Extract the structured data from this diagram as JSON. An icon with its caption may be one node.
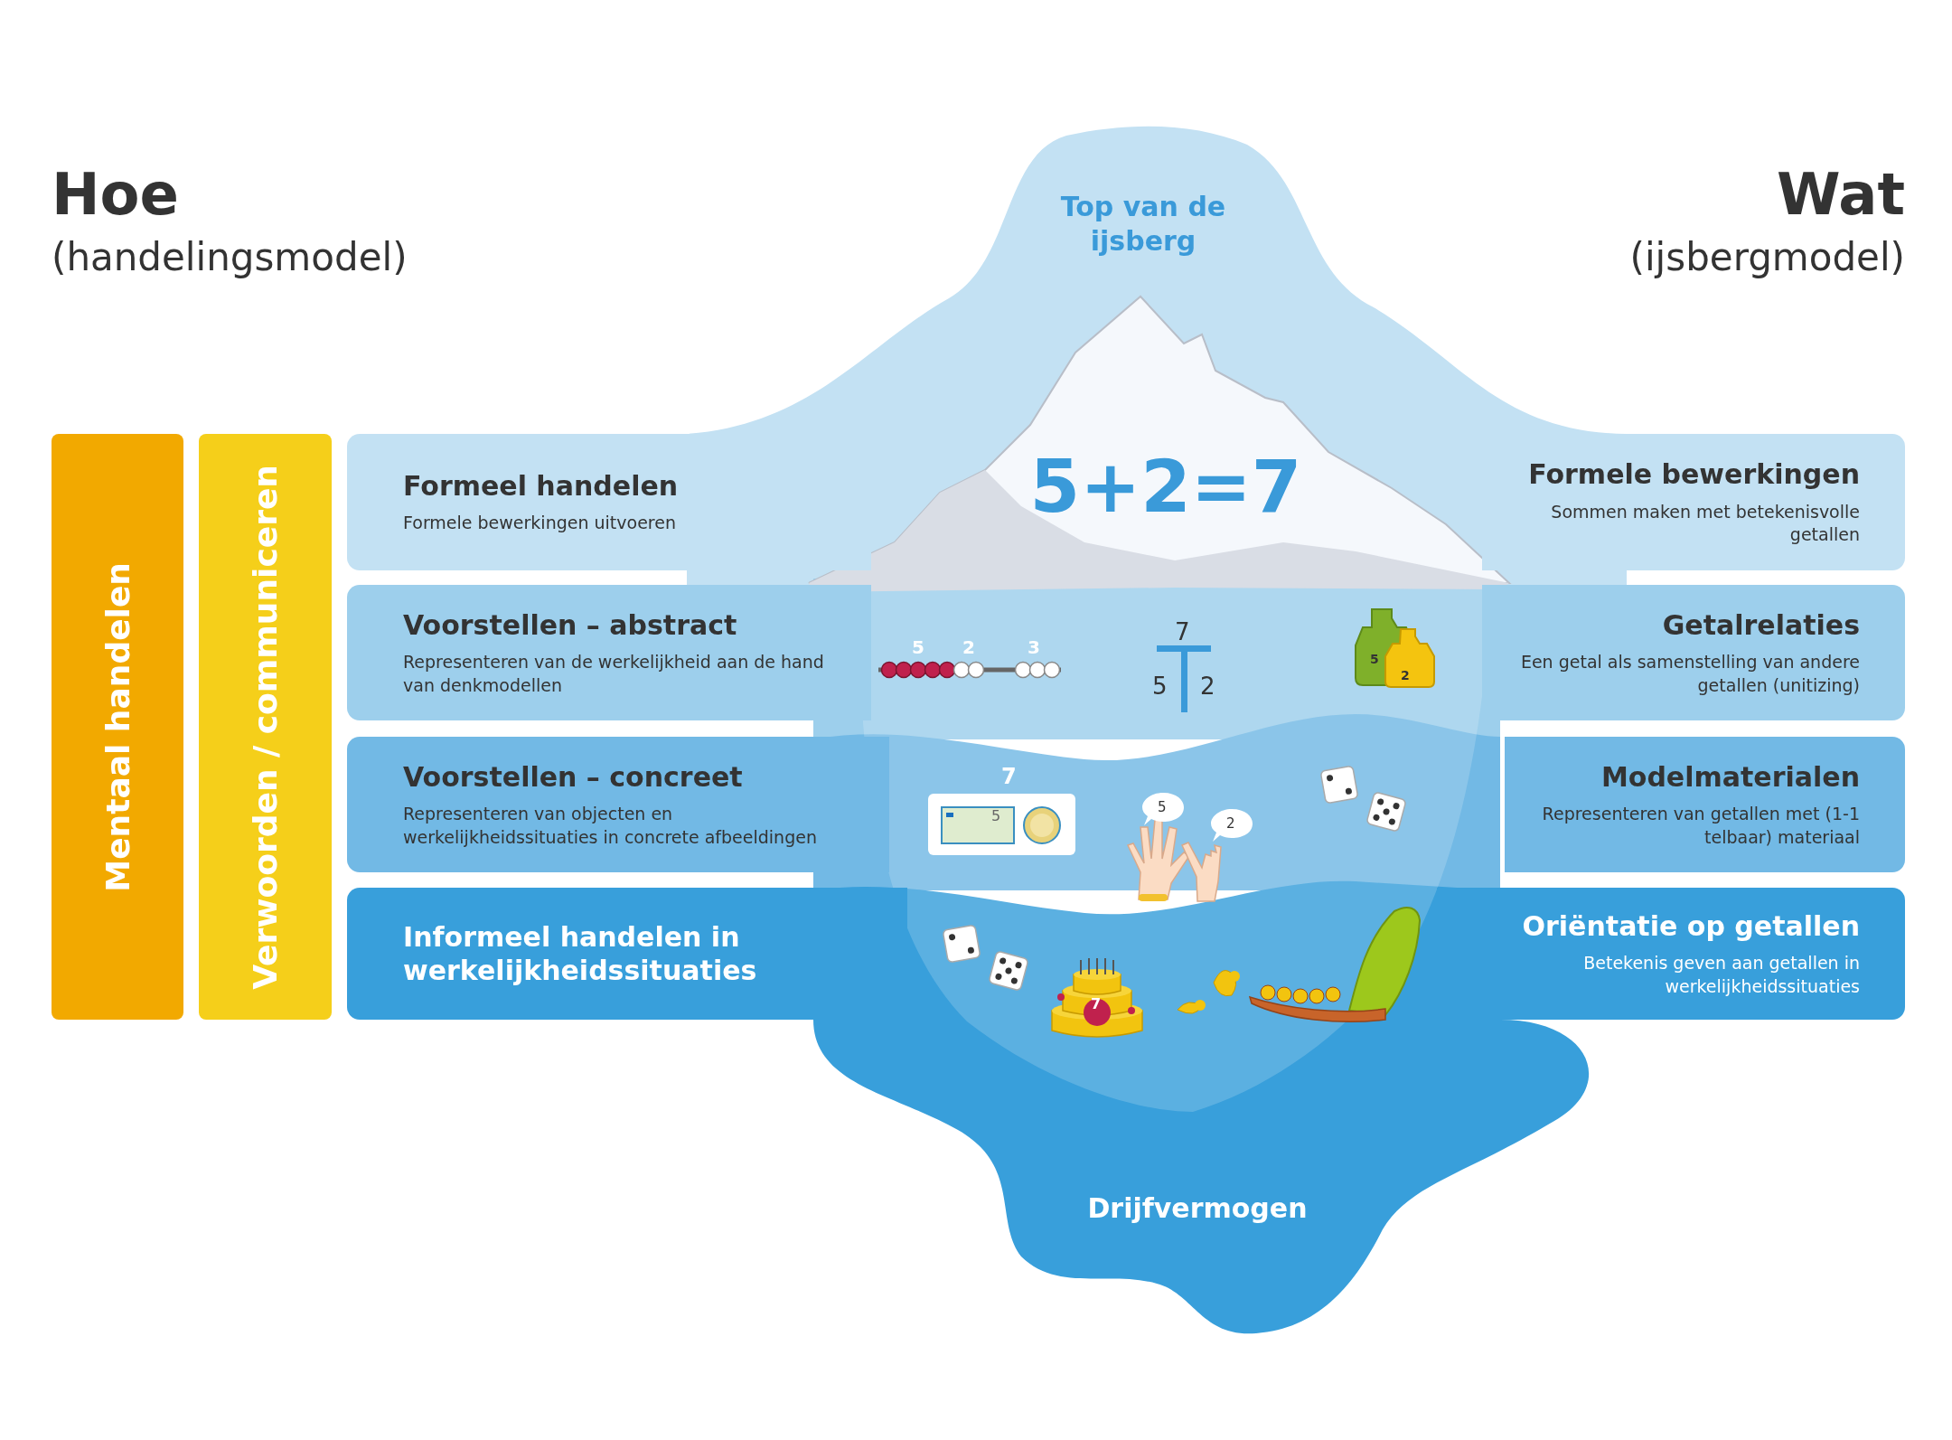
{
  "diagram": {
    "nodes": [
      {
        "text": [
          "Mentaal handelen"
        ]
      },
      {
        "text": [
          "Verwoorden / communiceren"
        ]
      },
      {
        "text": [
          "Formeel handelen",
          "Formele bewerkingen uitvoeren"
        ]
      },
      {
        "text": [
          "Voorstellen – abstract",
          "Representeren van de werkelijkheid aan de hand van denkmodellen"
        ]
      },
      {
        "text": [
          "Voorstellen – concreet",
          "Representeren van objecten en werkelijkheidssituaties in concrete afbeeldingen"
        ]
      },
      {
        "text": [
          "Informeel handelen in werkelijkheidssituaties"
        ]
      },
      {
        "text": [
          "Formele bewerkingen",
          "Sommen maken met betekenisvolle getallen"
        ]
      },
      {
        "text": [
          "Getalrelaties",
          "Een getal als samenstelling van andere getallen (unitizing)"
        ]
      },
      {
        "text": [
          "Modelmaterialen",
          "Representeren van getallen met (1-1 telbaar) materiaal"
        ]
      },
      {
        "text": [
          "Oriëntatie op getallen",
          "Betekenis geven aan getallen in werkelijkheidssituaties"
        ]
      }
    ],
    "labels": [
      "Hoe",
      "(handelingsmodel)",
      "Top van de ijsberg",
      "Wat",
      "(ijsbergmodel)",
      "5+2=7",
      "5",
      "2",
      "3",
      "7",
      "5",
      "2",
      "5",
      "2",
      "7",
      "5",
      "5",
      "2",
      "7",
      "Drijfvermogen"
    ]
  }
}
